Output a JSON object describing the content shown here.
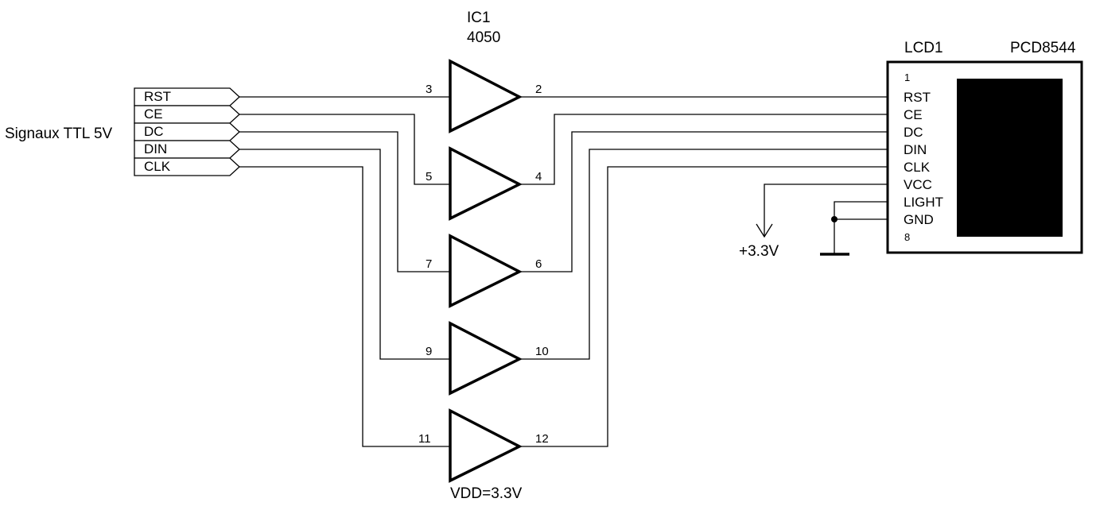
{
  "input": {
    "label": "Signaux TTL 5V",
    "signals": [
      "RST",
      "CE",
      "DC",
      "DIN",
      "CLK"
    ]
  },
  "ic": {
    "ref": "IC1",
    "part": "4050",
    "supply": "VDD=3.3V",
    "buffers": [
      {
        "in": "3",
        "out": "2"
      },
      {
        "in": "5",
        "out": "4"
      },
      {
        "in": "7",
        "out": "6"
      },
      {
        "in": "9",
        "out": "10"
      },
      {
        "in": "11",
        "out": "12"
      }
    ]
  },
  "lcd": {
    "ref": "LCD1",
    "part": "PCD8544",
    "first_pin": "1",
    "last_pin": "8",
    "pins": [
      "RST",
      "CE",
      "DC",
      "DIN",
      "CLK",
      "VCC",
      "LIGHT",
      "GND"
    ]
  },
  "power": {
    "vcc_label": "+3.3V"
  }
}
